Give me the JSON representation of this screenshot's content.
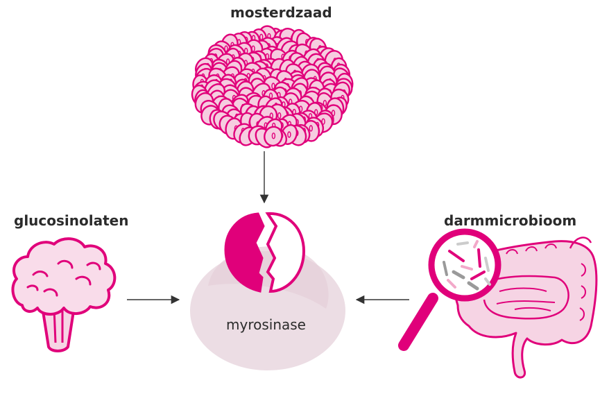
{
  "labels": {
    "top": "mosterdzaad",
    "left": "glucosinolaten",
    "right": "darmmicrobioom",
    "center": "myrosinase"
  },
  "colors": {
    "magenta": "#e0007a",
    "pink_fill": "#f6cde0",
    "pale_pink": "#f1dbe5",
    "blob": "#eddde4",
    "arrow": "#333333"
  },
  "icons": {
    "seeds": "mustard-seeds-icon",
    "broccoli": "broccoli-icon",
    "magnifier": "magnifying-glass-icon",
    "intestine": "intestine-icon",
    "enzyme": "split-circle-icon"
  }
}
